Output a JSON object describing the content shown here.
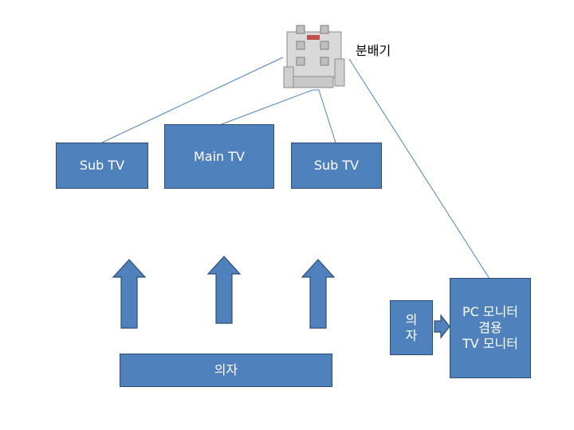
{
  "splitter": {
    "label": "분배기",
    "icon": "coax-splitter-icon"
  },
  "tvs": [
    {
      "label": "Sub TV"
    },
    {
      "label": "Main TV"
    },
    {
      "label": "Sub TV"
    }
  ],
  "chair_main": {
    "label": "의자"
  },
  "chair_side": {
    "line1": "의",
    "line2": "자"
  },
  "monitor": {
    "line1": "PC 모니터",
    "line2": "겸용",
    "line3": "TV 모니터"
  },
  "colors": {
    "box_fill": "#4f81bd",
    "box_border": "#2c4d75",
    "line": "#4f81bd"
  }
}
